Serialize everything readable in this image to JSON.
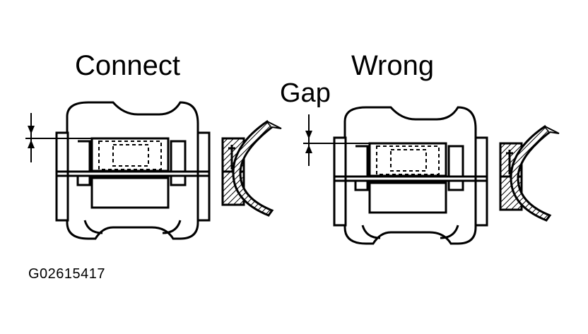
{
  "labels": {
    "connect": "Connect",
    "wrong": "Wrong",
    "gap": "Gap",
    "figure_id": "G02615417"
  },
  "colors": {
    "ink": "#000000",
    "paper": "#ffffff"
  }
}
